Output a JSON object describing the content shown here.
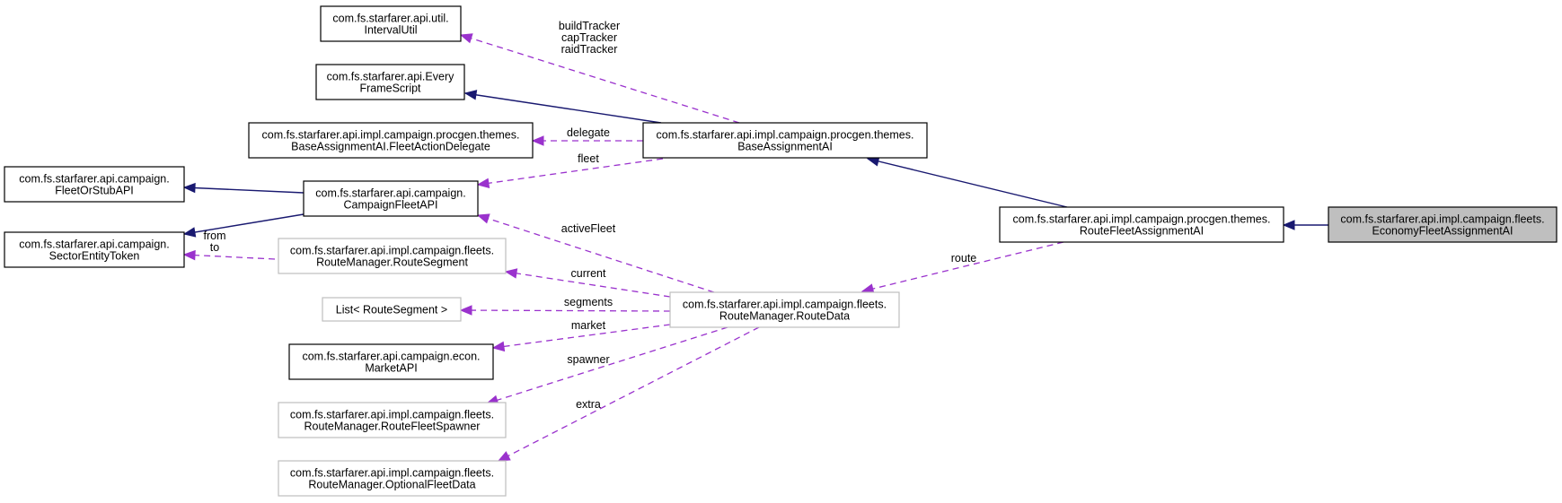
{
  "diagram": {
    "nodes": {
      "interval_util": {
        "lines": [
          "com.fs.starfarer.api.util.",
          "IntervalUtil"
        ],
        "style": "black"
      },
      "every_frame_script": {
        "lines": [
          "com.fs.starfarer.api.Every",
          "FrameScript"
        ],
        "style": "black"
      },
      "fleet_action_delegate": {
        "lines": [
          "com.fs.starfarer.api.impl.campaign.procgen.themes.",
          "BaseAssignmentAI.FleetActionDelegate"
        ],
        "style": "black"
      },
      "base_assignment_ai": {
        "lines": [
          "com.fs.starfarer.api.impl.campaign.procgen.themes.",
          "BaseAssignmentAI"
        ],
        "style": "black"
      },
      "fleet_or_stub_api": {
        "lines": [
          "com.fs.starfarer.api.campaign.",
          "FleetOrStubAPI"
        ],
        "style": "black"
      },
      "campaign_fleet_api": {
        "lines": [
          "com.fs.starfarer.api.campaign.",
          "CampaignFleetAPI"
        ],
        "style": "black"
      },
      "sector_entity_token": {
        "lines": [
          "com.fs.starfarer.api.campaign.",
          "SectorEntityToken"
        ],
        "style": "black"
      },
      "route_segment": {
        "lines": [
          "com.fs.starfarer.api.impl.campaign.fleets.",
          "RouteManager.RouteSegment"
        ],
        "style": "gray"
      },
      "list_route_segment": {
        "lines": [
          "List< RouteSegment >"
        ],
        "style": "gray"
      },
      "market_api": {
        "lines": [
          "com.fs.starfarer.api.campaign.econ.",
          "MarketAPI"
        ],
        "style": "black"
      },
      "route_fleet_spawner": {
        "lines": [
          "com.fs.starfarer.api.impl.campaign.fleets.",
          "RouteManager.RouteFleetSpawner"
        ],
        "style": "gray"
      },
      "optional_fleet_data": {
        "lines": [
          "com.fs.starfarer.api.impl.campaign.fleets.",
          "RouteManager.OptionalFleetData"
        ],
        "style": "gray"
      },
      "route_data": {
        "lines": [
          "com.fs.starfarer.api.impl.campaign.fleets.",
          "RouteManager.RouteData"
        ],
        "style": "gray"
      },
      "route_fleet_assignment_ai": {
        "lines": [
          "com.fs.starfarer.api.impl.campaign.procgen.themes.",
          "RouteFleetAssignmentAI"
        ],
        "style": "black"
      },
      "economy_fleet_assignment_ai": {
        "lines": [
          "com.fs.starfarer.api.impl.campaign.fleets.",
          "EconomyFleetAssignmentAI"
        ],
        "style": "focus"
      }
    },
    "edges": [
      {
        "from": "economy_fleet_assignment_ai",
        "to": "route_fleet_assignment_ai",
        "kind": "inherit",
        "label": []
      },
      {
        "from": "route_fleet_assignment_ai",
        "to": "base_assignment_ai",
        "kind": "inherit",
        "label": []
      },
      {
        "from": "route_fleet_assignment_ai",
        "to": "route_data",
        "kind": "use",
        "label": [
          "route"
        ]
      },
      {
        "from": "base_assignment_ai",
        "to": "every_frame_script",
        "kind": "inherit",
        "label": []
      },
      {
        "from": "base_assignment_ai",
        "to": "interval_util",
        "kind": "use",
        "label": [
          "buildTracker",
          "capTracker",
          "raidTracker"
        ]
      },
      {
        "from": "base_assignment_ai",
        "to": "fleet_action_delegate",
        "kind": "use",
        "label": [
          "delegate"
        ]
      },
      {
        "from": "base_assignment_ai",
        "to": "campaign_fleet_api",
        "kind": "use",
        "label": [
          "fleet"
        ]
      },
      {
        "from": "campaign_fleet_api",
        "to": "fleet_or_stub_api",
        "kind": "inherit",
        "label": []
      },
      {
        "from": "campaign_fleet_api",
        "to": "sector_entity_token",
        "kind": "inherit",
        "label": []
      },
      {
        "from": "route_segment",
        "to": "sector_entity_token",
        "kind": "use",
        "label": [
          "from",
          "to"
        ]
      },
      {
        "from": "route_data",
        "to": "campaign_fleet_api",
        "kind": "use",
        "label": [
          "activeFleet"
        ]
      },
      {
        "from": "route_data",
        "to": "route_segment",
        "kind": "use",
        "label": [
          "current"
        ]
      },
      {
        "from": "route_data",
        "to": "list_route_segment",
        "kind": "use",
        "label": [
          "segments"
        ]
      },
      {
        "from": "route_data",
        "to": "market_api",
        "kind": "use",
        "label": [
          "market"
        ]
      },
      {
        "from": "route_data",
        "to": "route_fleet_spawner",
        "kind": "use",
        "label": [
          "spawner"
        ]
      },
      {
        "from": "route_data",
        "to": "optional_fleet_data",
        "kind": "use",
        "label": [
          "extra"
        ]
      }
    ]
  }
}
